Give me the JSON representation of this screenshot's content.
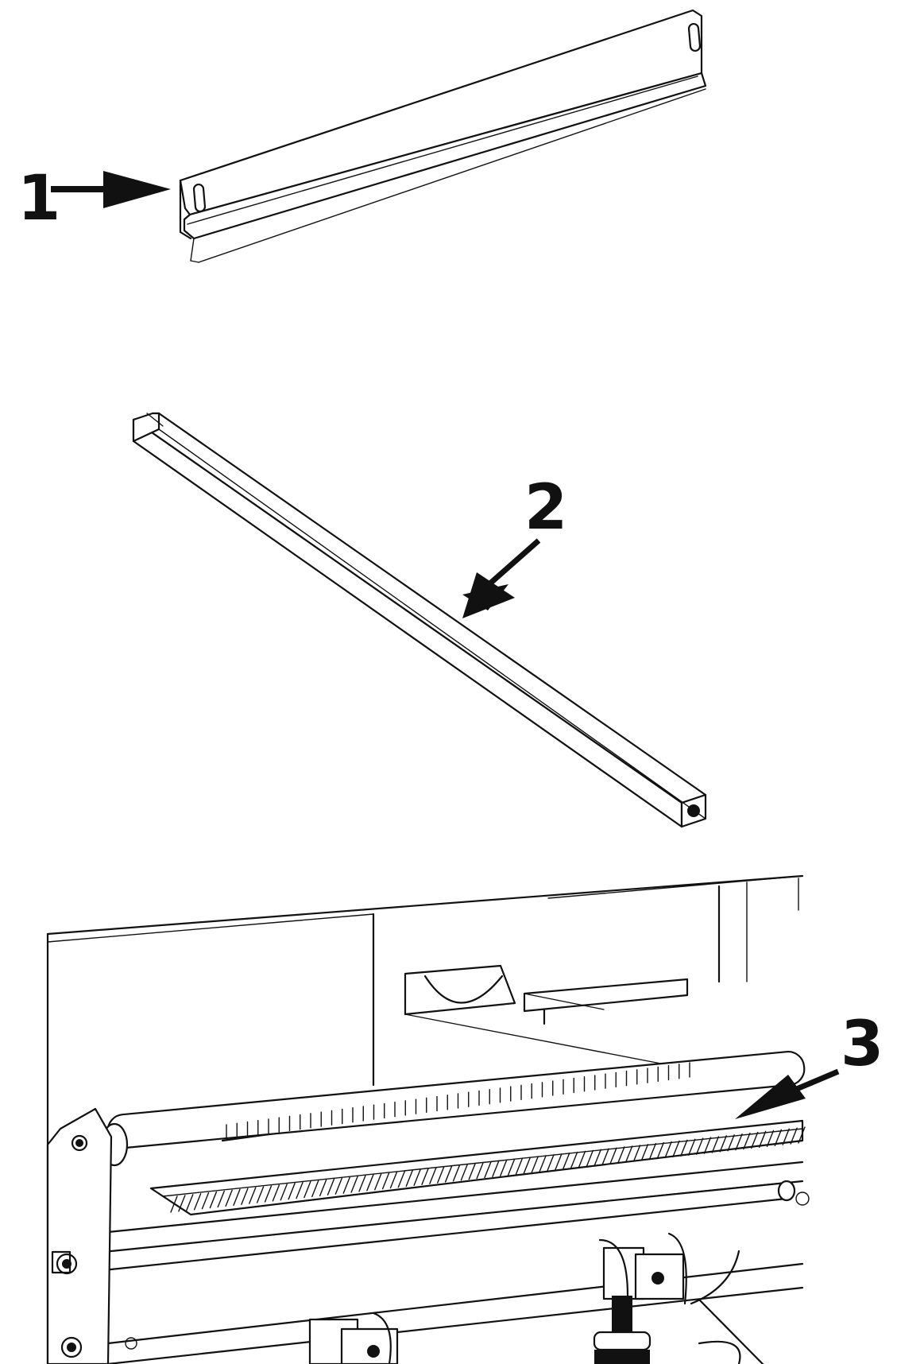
{
  "callouts": {
    "item1": "1",
    "item2": "2",
    "item3": "3"
  },
  "parts": [
    {
      "name": "bracket-plate"
    },
    {
      "name": "square-bar"
    },
    {
      "name": "comb-assembly"
    }
  ],
  "colors": {
    "ink": "#111111",
    "paper": "#ffffff"
  }
}
